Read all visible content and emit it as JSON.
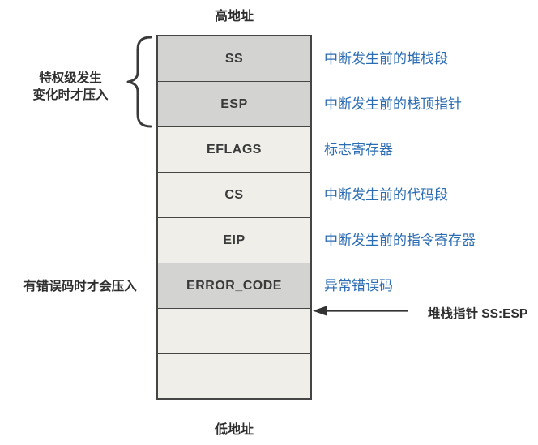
{
  "labels": {
    "high_address": "高地址",
    "low_address": "低地址"
  },
  "stack": {
    "cells": [
      {
        "name": "SS",
        "shade": "gray"
      },
      {
        "name": "ESP",
        "shade": "gray"
      },
      {
        "name": "EFLAGS",
        "shade": "light"
      },
      {
        "name": "CS",
        "shade": "light"
      },
      {
        "name": "EIP",
        "shade": "light"
      },
      {
        "name": "ERROR_CODE",
        "shade": "gray"
      },
      {
        "name": "",
        "shade": "light"
      },
      {
        "name": "",
        "shade": "light"
      }
    ]
  },
  "annotations": {
    "ss": "中断发生前的堆栈段",
    "esp": "中断发生前的栈顶指针",
    "eflags": "标志寄存器",
    "cs": "中断发生前的代码段",
    "eip": "中断发生前的指令寄存器",
    "error_code": "异常错误码"
  },
  "notes": {
    "privilege_line1": "特权级发生",
    "privilege_line2": "变化时才压入",
    "error_code": "有错误码时才会压入"
  },
  "pointer": {
    "label": "堆栈指针 SS:ESP"
  },
  "colors": {
    "cell_gray": "#d3d3d1",
    "cell_light": "#efeee9",
    "border": "#454545",
    "annotation_blue": "#2b6cb3",
    "text_dark": "#2e2e2e"
  }
}
